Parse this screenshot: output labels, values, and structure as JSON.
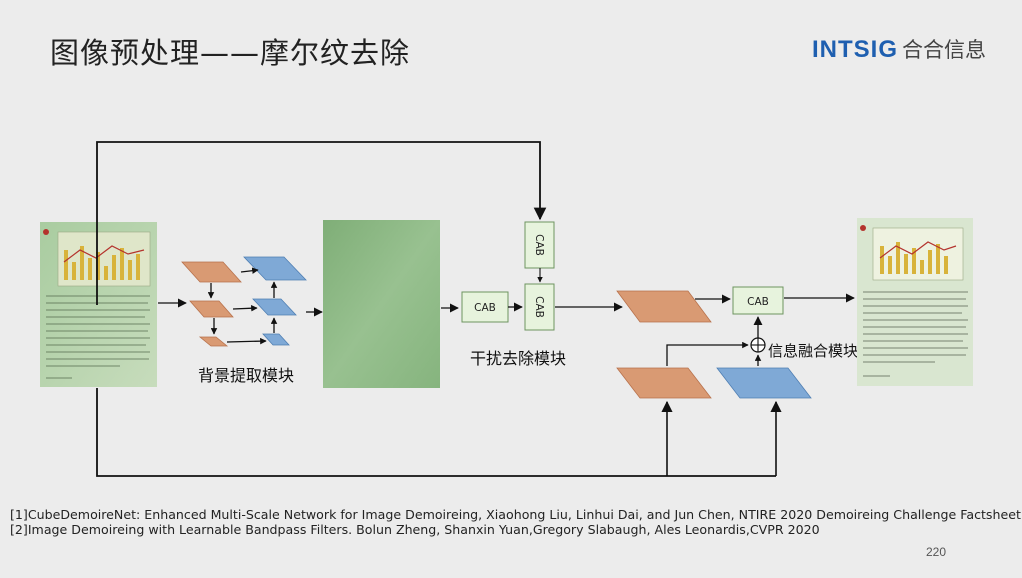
{
  "slide": {
    "title": "图像预处理——摩尔纹去除",
    "page_number": "220"
  },
  "logo": {
    "text": "INTSIG",
    "cn": "合合信息"
  },
  "diagram": {
    "label_background": "背景提取模块",
    "label_interference": "干扰去除模块",
    "label_fusion": "信息融合模块",
    "cab": "CAB"
  },
  "references": [
    "[1]CubeDemoireNet: Enhanced Multi-Scale Network for Image Demoireing, Xiaohong Liu, Linhui Dai, and Jun Chen, NTIRE 2020 Demoireing Challenge Factsheet",
    "[2]Image Demoireing with Learnable Bandpass Filters. Bolun Zheng, Shanxin Yuan,Gregory Slabaugh, Ales Leonardis,CVPR 2020"
  ],
  "colors": {
    "orange_block": "#d99a73",
    "blue_block": "#7fa9d6",
    "cab_fill": "#e7f3dd",
    "cab_stroke": "#6e9460",
    "green_feature": "#8fb884"
  }
}
